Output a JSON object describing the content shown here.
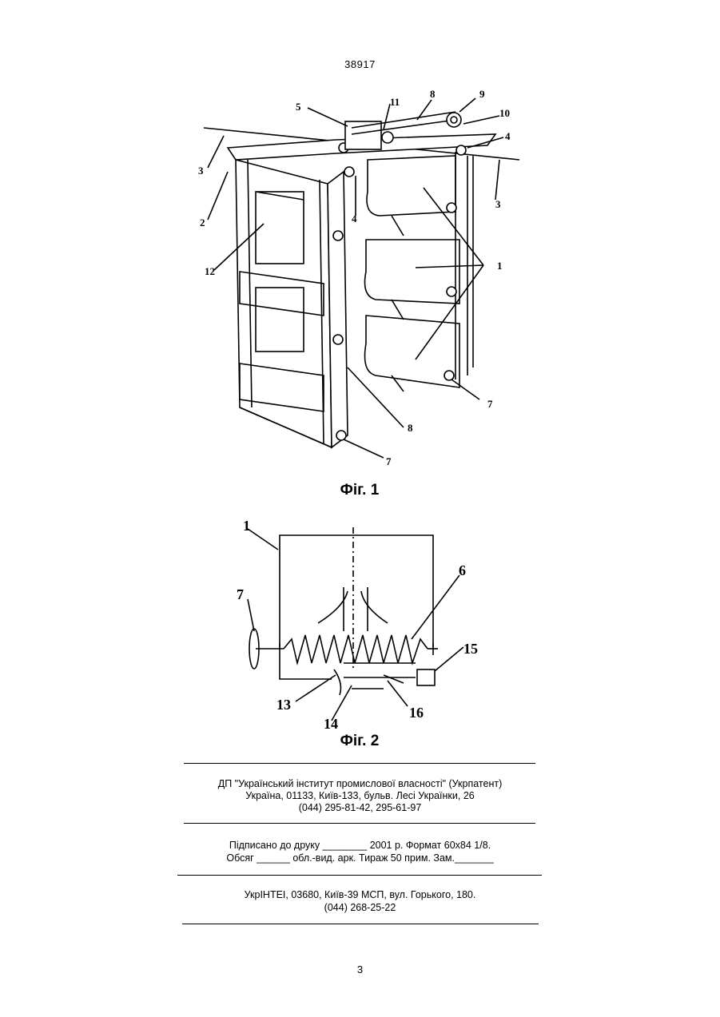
{
  "header": {
    "doc_number": "38917"
  },
  "figure1": {
    "caption": "Фіг. 1",
    "labels": [
      "1",
      "2",
      "3",
      "3",
      "4",
      "4",
      "5",
      "7",
      "7",
      "8",
      "8",
      "9",
      "10",
      "11",
      "12"
    ]
  },
  "figure2": {
    "caption": "Фіг. 2",
    "labels": [
      "1",
      "6",
      "7",
      "13",
      "14",
      "15",
      "16"
    ]
  },
  "footer": {
    "publisher_line1": "ДП \"Український інститут промислової власності\" (Укрпатент)",
    "publisher_line2": "Україна, 01133, Київ-133, бульв. Лесі Українки, 26",
    "publisher_line3": "(044) 295-81-42, 295-61-97",
    "print_line1": "Підписано до друку ________ 2001 р.    Формат 60х84 1/8.",
    "print_line2": "Обсяг ______ обл.-вид. арк.   Тираж 50 прим.    Зам._______",
    "printer_line1": "УкрІНТЕІ, 03680, Київ-39 МСП, вул. Горького, 180.",
    "printer_line2": "(044) 268-25-22"
  },
  "page_number": "3"
}
